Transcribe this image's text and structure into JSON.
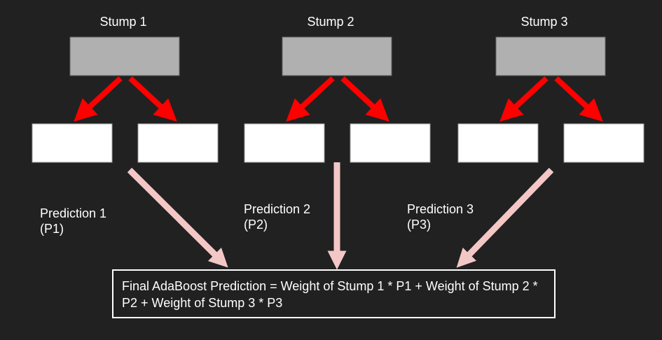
{
  "colors": {
    "background": "#212121",
    "stump": "#b0b0b0",
    "leaf": "#ffffff",
    "split_arrow": "#ff0000",
    "prediction_arrow": "#f4c7c7"
  },
  "stumps": [
    {
      "title": "Stump 1",
      "prediction": "Prediction 1",
      "prediction_short": "(P1)"
    },
    {
      "title": "Stump 2",
      "prediction": "Prediction 2",
      "prediction_short": "(P2)"
    },
    {
      "title": "Stump 3",
      "prediction": "Prediction 3",
      "prediction_short": "(P3)"
    }
  ],
  "final_formula": "Final AdaBoost Prediction = Weight of Stump 1 * P1 + Weight of Stump 2 * P2 + Weight of Stump 3 * P3"
}
